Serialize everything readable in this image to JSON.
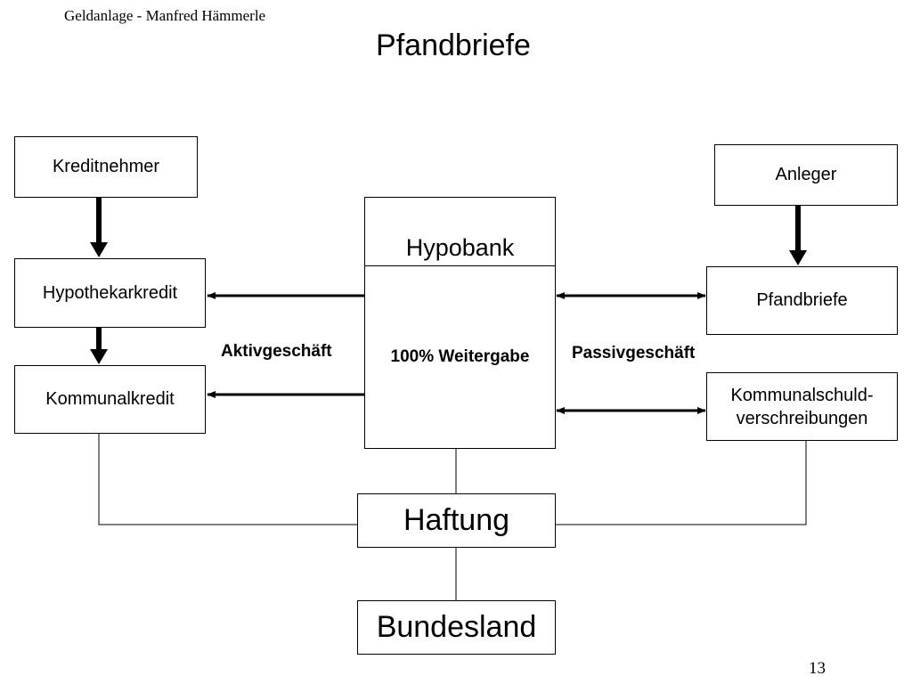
{
  "header": {
    "author_line": "Geldanlage - Manfred Hämmerle",
    "title": "Pfandbriefe",
    "page_number": "13"
  },
  "nodes": {
    "kreditnehmer": "Kreditnehmer",
    "hypothekarkredit": "Hypothekarkredit",
    "kommunalkredit": "Kommunalkredit",
    "anleger": "Anleger",
    "pfandbriefe": "Pfandbriefe",
    "kommunalschuld_line1": "Kommunalschuld-",
    "kommunalschuld_line2": "verschreibungen",
    "hypobank": "Hypobank",
    "weitergabe": "100% Weitergabe",
    "haftung": "Haftung",
    "bundesland": "Bundesland"
  },
  "labels": {
    "aktiv": "Aktivgeschäft",
    "passiv": "Passivgeschäft"
  }
}
